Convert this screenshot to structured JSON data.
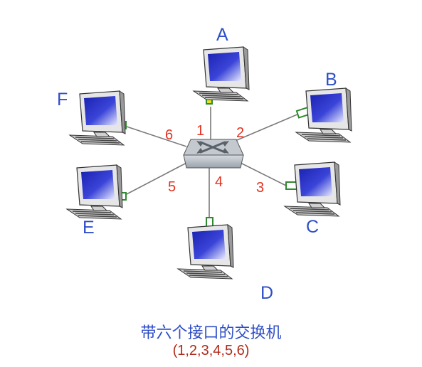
{
  "hosts": {
    "A": "A",
    "B": "B",
    "C": "C",
    "D": "D",
    "E": "E",
    "F": "F"
  },
  "ports": {
    "p1": "1",
    "p2": "2",
    "p3": "3",
    "p4": "4",
    "p5": "5",
    "p6": "6"
  },
  "caption": {
    "title": "带六个接口的交换机",
    "subtitle": "(1,2,3,4,5,6)"
  },
  "colors": {
    "host_label": "#2f4fc7",
    "port_label": "#e2321f",
    "subtitle": "#b02a1a",
    "link": "#7a7a7a",
    "connector": "#2e8b2e",
    "highlight_connector": "#e8e020",
    "screen": "#1c24b8"
  },
  "icons": {
    "switch": "switch-icon",
    "computer": "desktop-computer-icon"
  }
}
